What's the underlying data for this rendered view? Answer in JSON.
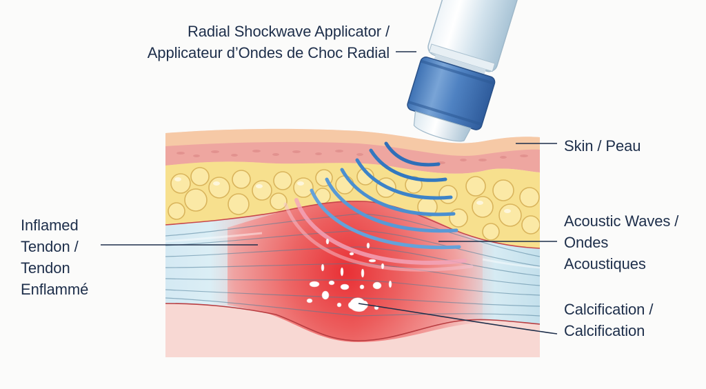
{
  "diagram": {
    "subject": "Radial shockwave therapy on inflamed calcified tendon",
    "labels": {
      "applicator": {
        "line1": "Radial Shockwave Applicator /",
        "line2": "Applicateur d’Ondes de Choc Radial"
      },
      "skin": {
        "line1": "Skin / Peau"
      },
      "acoustic_waves": {
        "line1": "Acoustic Waves /",
        "line2": "Ondes",
        "line3": "Acoustiques"
      },
      "calcification": {
        "line1": "Calcification /",
        "line2": "Calcification"
      },
      "inflamed_tendon": {
        "line1": "Inflamed",
        "line2": "Tendon /",
        "line3": "Tendon",
        "line4": "Enflammé"
      }
    },
    "colors": {
      "label_text": "#1d2e4a",
      "leader_line": "#1d2e4a",
      "skin": "#f6c9a6",
      "dermis": "#eea6a0",
      "fat": "#f7e08e",
      "fat_outline": "#d9b45c",
      "tendon_healthy": "#cfe6f1",
      "inflammation": "#e8363a",
      "deep_tissue": "#f8d8d3",
      "applicator_body": "#d7e6ef",
      "applicator_head": "#3f74b8",
      "wave_dark": "#2f6fb8",
      "wave_light": "#6aaede",
      "wave_pink": "#f2a6bd",
      "calcification": "#ffffff"
    }
  }
}
